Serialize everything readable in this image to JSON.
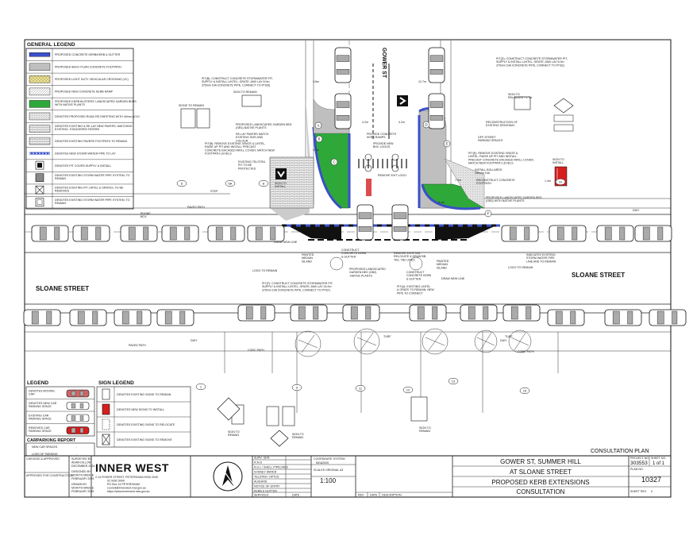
{
  "general_legend": {
    "title": "GENERAL LEGEND",
    "items": [
      {
        "label": "PROPOSED CONCRETE KERB/KERB & GUTTER",
        "swatch": "kerb"
      },
      {
        "label": "PROPOSED 80mm PLAIN CONCRETE FOOTPATH",
        "swatch": "footpath"
      },
      {
        "label": "PROPOSED LIGHT DUTY VEHICULAR CROSSING (VC)",
        "swatch": "vc"
      },
      {
        "label": "PROPOSED NEW CONCRETE KERB RAMP",
        "swatch": "ramp"
      },
      {
        "label": "PROPOSED KERB BLISTERS' LANDSCAPED GARDEN BEDS WITH NATIVE PLANTS",
        "swatch": "garden"
      },
      {
        "label": "DENOTES PROPOSED ROAD RE-SHEETING WITH 40mm AC10",
        "swatch": "resheet"
      },
      {
        "label": "DENOTES EXISTING & RE-LAY NEW PAVERS, MATCHING EXISTING, STAGGERED PATERN",
        "swatch": "pavers"
      },
      {
        "label": "DENOTES EXISTING PAVERS FOOTPATH TO REMAIN",
        "swatch": "pavers2"
      },
      {
        "label": "DENOTES NEW STORM WATER PIPE TO LAY",
        "swatch": "pipe"
      },
      {
        "label": "DENOTES PIT COVER-SUPPLY & INSTALL",
        "swatch": "pit"
      },
      {
        "label": "DENOTES EXISTING STORM WATER PIPE SYSTEM, TO REMAIN",
        "swatch": "pitg"
      },
      {
        "label": "DENOTES EXISTING PIT LINTEL & GRATES, TO BE REMOVED",
        "swatch": "pitr"
      },
      {
        "label": "DENOTES EXISTING STORM WATER PIPE SYSTEM, TO REMAIN",
        "swatch": "pitw"
      }
    ]
  },
  "legend": {
    "title": "LEGEND",
    "items": [
      {
        "label": "DENOTES MOVING CAR"
      },
      {
        "label": "DENOTES NEW CAR PARKING SPACE"
      },
      {
        "label": "EXISTING CAR PARKING SPACE"
      },
      {
        "label": "REMOVED CAR PARKING SPACE"
      }
    ]
  },
  "sign_legend": {
    "title": "SIGN LEGEND",
    "items": [
      {
        "label": "DENOTES EXISTING SIGNS TO REMAIN"
      },
      {
        "label": "DENOTES NEW SIGNS TO INSTALL"
      },
      {
        "label": "DENOTES EXISTING SIGNS TO RELOCATE"
      },
      {
        "label": "DENOTES EXISTING SIGNS TO REMOVE"
      }
    ]
  },
  "carparking_report": {
    "title": "CARPARKING REPORT",
    "rows": [
      {
        "label": "NEW CAR SPACES",
        "value": "-"
      },
      {
        "label": "LOSS OF PARKING",
        "value": "-"
      }
    ]
  },
  "streets": {
    "gower": "GOWER ST",
    "sloane_left": "SLOANE STREET",
    "sloane_right": "SLOANE STREET"
  },
  "annotations": {
    "pit_top_right": "PIT(D): CONSTRUCT CONCRETE STORMWATER PIT, SUPPLY & INSTALL LINTEL, GRATE, AND LAY 8.0m 375mm DIA CONCRETE PIPE, CONNECT TO PIT(E)",
    "pit_top_left": "PIT(B): CONSTRUCT CONCRETE STORMWATER PIT, SUPPLY & INSTALL LINTEL, GRATE, AND LAY 8.0m 375mm DIA CONCRETE PIPE, CONNECT TO PIT(B)",
    "pit_middle": "PIT(F): CONSTRUCT CONCRETE STORMWATER PIT, SUPPLY & INSTALL LINTEL, GRATE, AND LAY 24.0m 375mm DIA CONCRETE PIPE, CONNECT TO PIT(F)",
    "pit_existing": "PIT(A): EXISTING LINTEL & GRATE TO REMAIN, NEW PIPE TO CONNECT",
    "sign_to_remain": "SIGN TO REMAIN",
    "signs_to_remain": "SIGNS TO REMAIN",
    "sign_to_install": "SIGN TO INSTALL",
    "sign_to_relocate": "SIGN TO RELOCATE ~1.7m",
    "garden_left": "PROPOSED LANDSCAPED GARDEN BED (GB1)-NATIVE PLANTS",
    "garden_right": "PROPOSED LANDSCAPED GARDEN BED (GB3) WITH NATIVE PLANTS",
    "garden_center": "PROPOSED LANDSCAPED GARDEN BED (GB2) -NATIVE PLANTS",
    "pavers_relay": "RE-LAY PAVERS MATCH EXISTING SIZE AND COLOUR",
    "pit_remove_left": "PIT(B): REMOVE EXISTING GRATE & LINTEL, RAISE UP PIT AND INSTALL PRECAST CONCRETE ENCASED INFILL COVER, MATCH NEW FOOTPATH LEVELS",
    "pit_remove_right": "PIT(E): REMOVE EXISTING GRATE & LINTEL, RAISE UP PIT AND INSTALL PRECAST CONCRETE ENCASED INFILL COVER, MATCH NEW FOOTPATH LEVELS",
    "telstra": "EXISTING TELSTRA PIT TO BE PROTECTED",
    "kerb_ramps": "PROVIDE CONCRETE KERB RAMPS",
    "bhc": "PROVIDE NEW BHC LOGOS",
    "remove_logo": "REMOVE EXIT LOGO",
    "median_left": "PAINTED MEDIAN ISLAND",
    "median_right": "PAINTED MEDIAN ISLAND",
    "kerb_gutter_left": "CONSTRUCT CONCRETE KERB & GUTTER",
    "kerb_gutter_right": "CONSTRUCT CONCRETE KERB & GUTTER",
    "remove_relocate": "REMOVE EXISTING, RELOCATE & DRAW BB, TB1, TB2 LINES",
    "draw_new_line_left": "DRAW NEW LINE",
    "draw_new_line_right": "DRAW NEW LINE",
    "logo_remain_left": "LOGO TO REMAIN",
    "logo_remain_right": "LOGO TO REMAIN",
    "bollards": "INSTALL BOLLARDS 150mm DIA",
    "recon_footpath": "RECONSTRUCT CONCRETE FOOTPATH",
    "recon_driveway": "RECONSTRUCTION OF EXISTING DRIVEWAY",
    "off_street": "OFF-STREET PARKING SPACES",
    "storm_line": "INDICATES EXISTING STORM WATER PIPE LINE AND TO REMAIN",
    "paved_path_top": "PAVED PATH",
    "paved_path_bottom": "PAVED PATH",
    "conc_path_1": "CONC PATH",
    "conc_path_2": "CONC PATH",
    "dwy_1": "DWY",
    "dwy_2": "DWY",
    "dwy_3": "DWY",
    "turf_1": "TURF",
    "turf_2": "TURF",
    "step": "STEP",
    "phone": "PHONE BOX",
    "dim_1": "3.6m",
    "dim_2": "12.7m",
    "dim_3": "4.2m",
    "dim_4": "4.2m",
    "dim_5": "3.3m",
    "dim_6": "1.4m",
    "dim_7": "7.0m",
    "dim_8": "8.4m"
  },
  "sign_numbers": [
    "1",
    "6",
    "6A",
    "8",
    "9",
    "10",
    "11",
    "12",
    "13",
    "15"
  ],
  "callouts": [
    "A",
    "B",
    "C",
    "D",
    "E",
    "F"
  ],
  "title_block": {
    "consultation_plan": "CONSULTATION PLAN",
    "checked": "CHECKED & APPROVED",
    "approved": "APPROVED FOR CONSTRUCTION",
    "surveyed_by_label": "SURVEYED BY",
    "surveyed_by": "ADAM DILLON",
    "surveyed_date": "DECEMBER 2024",
    "designed_by_label": "DESIGNED BY",
    "designed_by": "MOHITH MADUE",
    "designed_date": "FEBRUARY 2025",
    "drawn_by_label": "DRAWN BY",
    "drawn_by": "MOHITH MADUE",
    "drawn_date": "FEBRUARY 2025",
    "council": "INNER WEST",
    "council_address": "2-14 FISHER STREET, PETERSHAM NSW 2049",
    "council_phone": "02 9392 5000",
    "council_po": "PO Box 14 PETERSHAM",
    "council_email": "council@innerwest.nsw.gov.au",
    "council_web": "https://www.innerwest.nsw.gov.au",
    "services": [
      "SURV. GEN",
      "R.M.S",
      "A.G.L / SHELL PIPELINES",
      "SYDNEY WATER",
      "TELSTRA / OPTUS",
      "AUSGRID",
      "NOTICE OF ENTRY",
      "KERB & GUTTER"
    ],
    "services_hdr": [
      "SERVICES",
      "DATE"
    ],
    "coordinate_label": "COORDINATE SYSTEM",
    "coordinate": "MGA2020",
    "scales_label": "SCALES",
    "scales_note": "ORIGINAL A3",
    "scale": "1:100",
    "rev_hdr": [
      "REV",
      "DATE",
      "DESCRIPTION"
    ],
    "title1": "GOWER ST, SUMMER HILL",
    "title2": "AT SLOANE STREET",
    "title3": "PROPOSED KERB EXTENSIONS",
    "title4": "CONSULTATION",
    "project_label": "PROJECT NO.",
    "project_no": "303553",
    "sheet_label": "SHEET NO.",
    "sheet_no": "1 of 1",
    "plan_label": "PLAN NO.",
    "plan_no": "10327",
    "rev_label": "SHEET REV.",
    "rev_no": "0"
  },
  "colors": {
    "kerb_blue": "#3a4fc8",
    "garden_green": "#2fa83a",
    "footpath_grey": "#bfbfbf",
    "vc_yellow": "#e8dc8a",
    "median_black": "#111111",
    "sign_red": "#d61e1e"
  }
}
